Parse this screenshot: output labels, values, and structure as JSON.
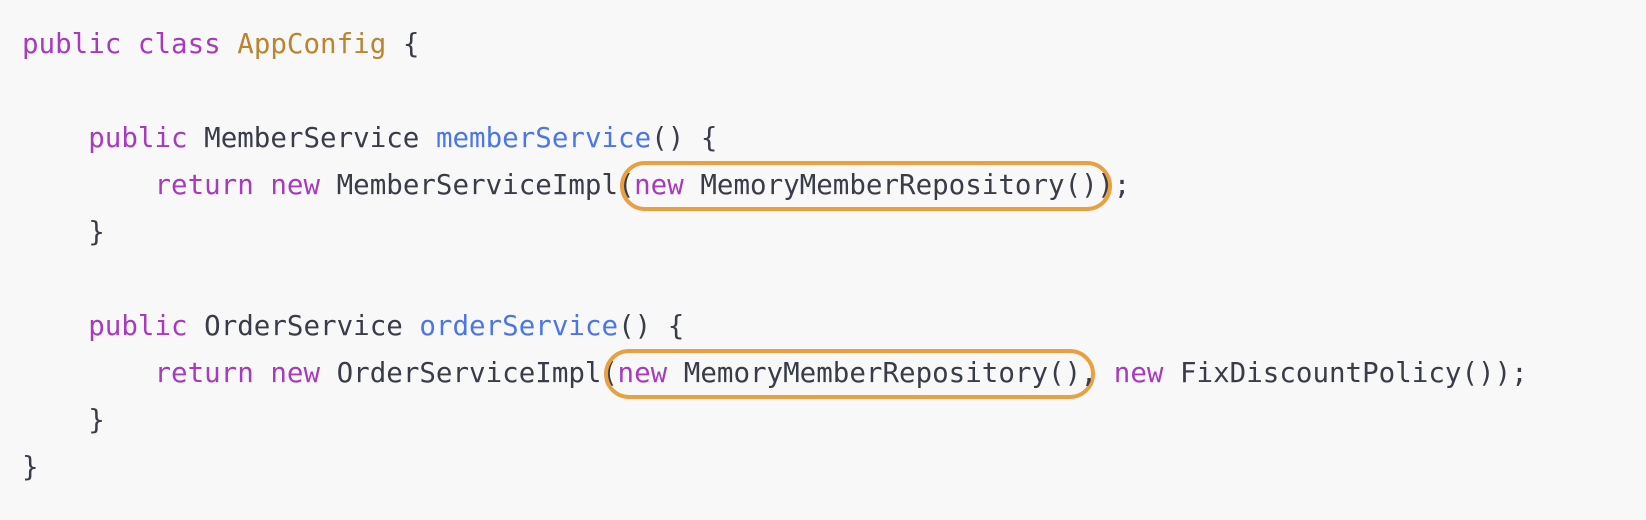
{
  "view": {
    "type": "code-snippet",
    "language": "java",
    "class_shown": "AppConfig"
  },
  "colors": {
    "background": "#f8f8f9",
    "text_default": "#383d47",
    "keyword": "#a83bbb",
    "type_name": "#bb8530",
    "method_name": "#4a76e8",
    "annotation": "#e8a041"
  },
  "annotations": [
    {
      "id": "highlight-oval-1",
      "line": 4,
      "target_text": "new MemoryMemberRepository()",
      "shape": "rounded-outline",
      "color": "#e8a041"
    },
    {
      "id": "highlight-oval-2",
      "line": 8,
      "target_text": "new MemoryMemberRepository()",
      "shape": "rounded-outline",
      "color": "#e8a041"
    }
  ],
  "code": {
    "full_text": "public class AppConfig {\n\n    public MemberService memberService() {\n        return new MemberServiceImpl(new MemoryMemberRepository());\n    }\n\n    public OrderService orderService() {\n        return new OrderServiceImpl(new MemoryMemberRepository(), new FixDiscountPolicy());\n    }\n}",
    "lines": [
      {
        "tokens": [
          {
            "t": "public",
            "c": "keyword"
          },
          {
            "t": " ",
            "c": "plain"
          },
          {
            "t": "class",
            "c": "keyword"
          },
          {
            "t": " ",
            "c": "plain"
          },
          {
            "t": "AppConfig",
            "c": "type"
          },
          {
            "t": " {",
            "c": "plain"
          }
        ]
      },
      {
        "tokens": []
      },
      {
        "tokens": [
          {
            "t": "    ",
            "c": "plain"
          },
          {
            "t": "public",
            "c": "keyword"
          },
          {
            "t": " MemberService ",
            "c": "plain"
          },
          {
            "t": "memberService",
            "c": "method"
          },
          {
            "t": "() {",
            "c": "plain"
          }
        ]
      },
      {
        "tokens": [
          {
            "t": "        ",
            "c": "plain"
          },
          {
            "t": "return",
            "c": "keyword"
          },
          {
            "t": " ",
            "c": "plain"
          },
          {
            "t": "new",
            "c": "keyword"
          },
          {
            "t": " MemberServiceImpl(",
            "c": "plain"
          },
          {
            "t": "new",
            "c": "keyword",
            "hl": 1
          },
          {
            "t": " MemoryMemberRepository()",
            "c": "plain",
            "hl": 1
          },
          {
            "t": ");",
            "c": "plain"
          }
        ]
      },
      {
        "tokens": [
          {
            "t": "    }",
            "c": "plain"
          }
        ]
      },
      {
        "tokens": []
      },
      {
        "tokens": [
          {
            "t": "    ",
            "c": "plain"
          },
          {
            "t": "public",
            "c": "keyword"
          },
          {
            "t": " OrderService ",
            "c": "plain"
          },
          {
            "t": "orderService",
            "c": "method"
          },
          {
            "t": "() {",
            "c": "plain"
          }
        ]
      },
      {
        "tokens": [
          {
            "t": "        ",
            "c": "plain"
          },
          {
            "t": "return",
            "c": "keyword"
          },
          {
            "t": " ",
            "c": "plain"
          },
          {
            "t": "new",
            "c": "keyword"
          },
          {
            "t": " OrderServiceImpl(",
            "c": "plain"
          },
          {
            "t": "new",
            "c": "keyword",
            "hl": 1
          },
          {
            "t": " MemoryMemberRepository()",
            "c": "plain",
            "hl": 1
          },
          {
            "t": ", ",
            "c": "plain"
          },
          {
            "t": "new",
            "c": "keyword"
          },
          {
            "t": " FixDiscountPolicy());",
            "c": "plain"
          }
        ]
      },
      {
        "tokens": [
          {
            "t": "    }",
            "c": "plain"
          }
        ]
      },
      {
        "tokens": [
          {
            "t": "}",
            "c": "plain"
          }
        ]
      }
    ]
  }
}
